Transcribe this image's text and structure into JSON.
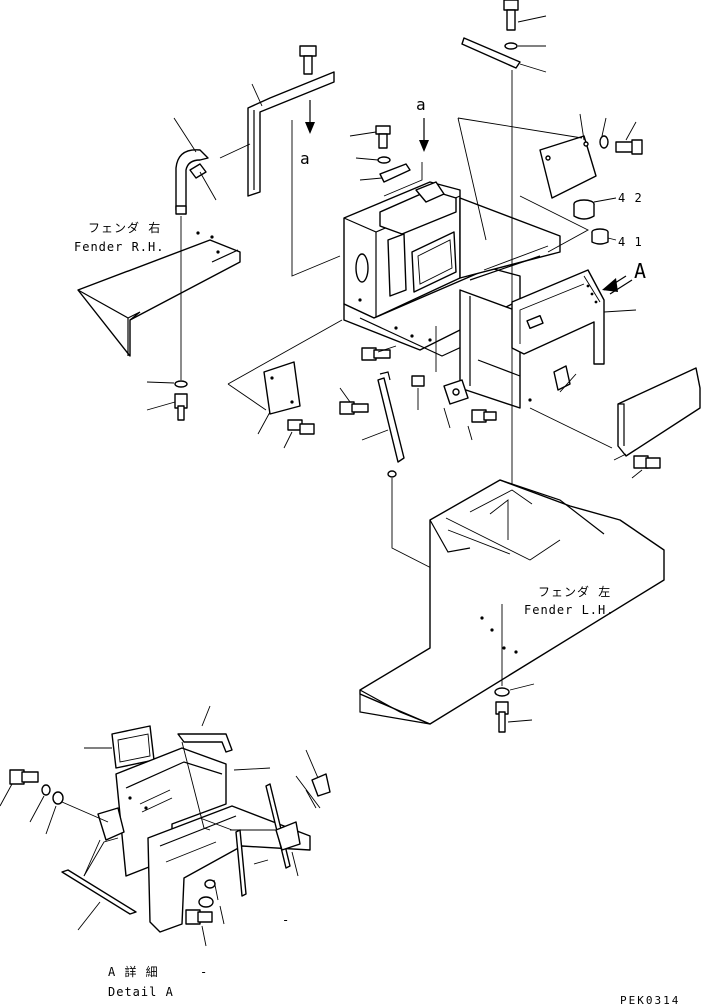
{
  "labels": {
    "fender_rh_jp": "フェンダ 右",
    "fender_rh_en": "Fender R.H.",
    "fender_lh_jp": "フェンダ 左",
    "fender_lh_en": "Fender L.H.",
    "detail_jp": "A 詳 細",
    "detail_en": "Detail A",
    "view_a": "A",
    "ref_a_left": "a",
    "ref_a_right": "a",
    "part_42": "4 2",
    "part_41": "4 1",
    "drawing_code": "PEK0314",
    "detail_dash": "-",
    "dash_small": "-"
  }
}
